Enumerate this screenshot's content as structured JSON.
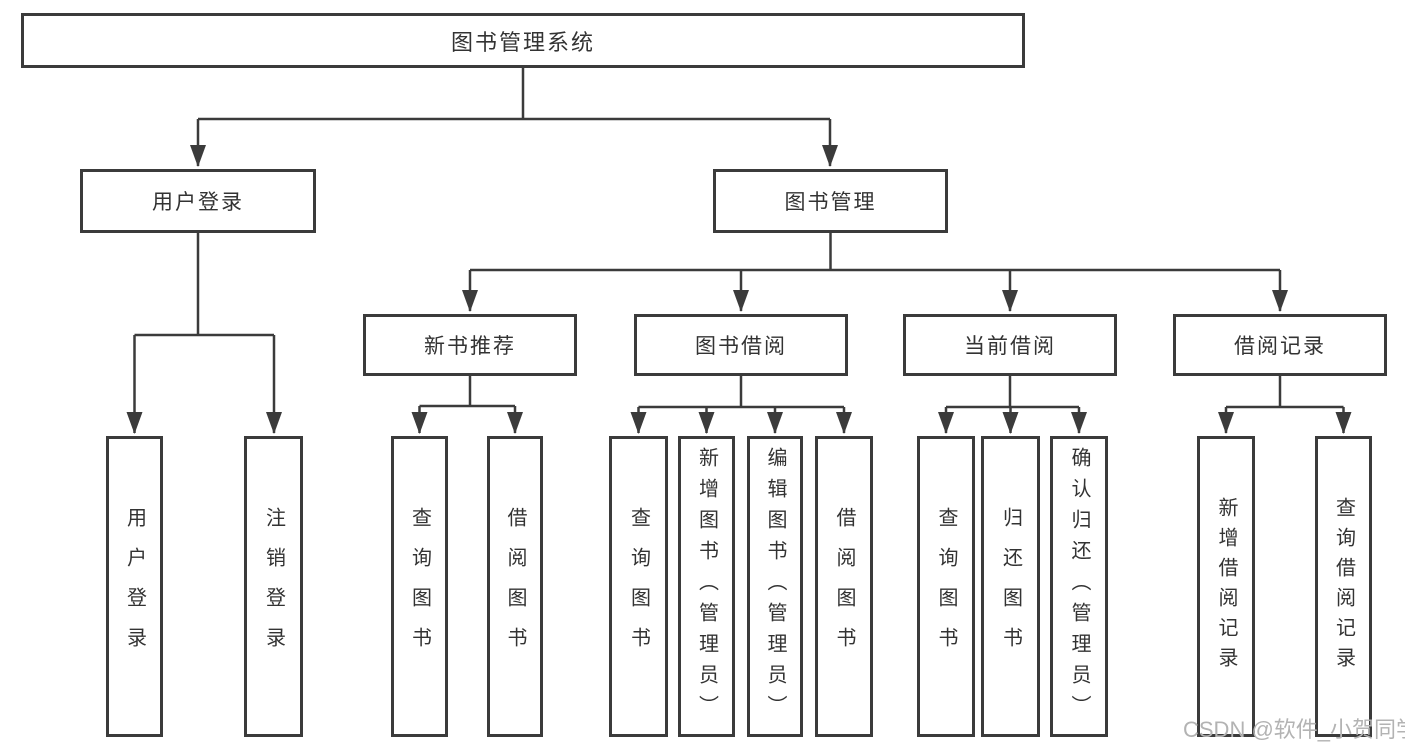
{
  "tree": {
    "root": "图书管理系统",
    "branches": [
      {
        "label": "用户登录",
        "children": [
          "用户登录",
          "注销登录"
        ]
      },
      {
        "label": "图书管理",
        "groups": [
          {
            "label": "新书推荐",
            "children": [
              "查询图书",
              "借阅图书"
            ]
          },
          {
            "label": "图书借阅",
            "children": [
              "查询图书",
              "新增图书（管理员）",
              "编辑图书（管理员）",
              "借阅图书"
            ]
          },
          {
            "label": "当前借阅",
            "children": [
              "查询图书",
              "归还图书",
              "确认归还（管理员）"
            ]
          },
          {
            "label": "借阅记录",
            "children": [
              "新增借阅记录",
              "查询借阅记录"
            ]
          }
        ]
      }
    ]
  },
  "watermark": "CSDN @软件_小贺同学",
  "colors": {
    "line": "#3b3b3b",
    "text": "#333333",
    "watermark": "#b3b3b3",
    "background": "#ffffff"
  }
}
